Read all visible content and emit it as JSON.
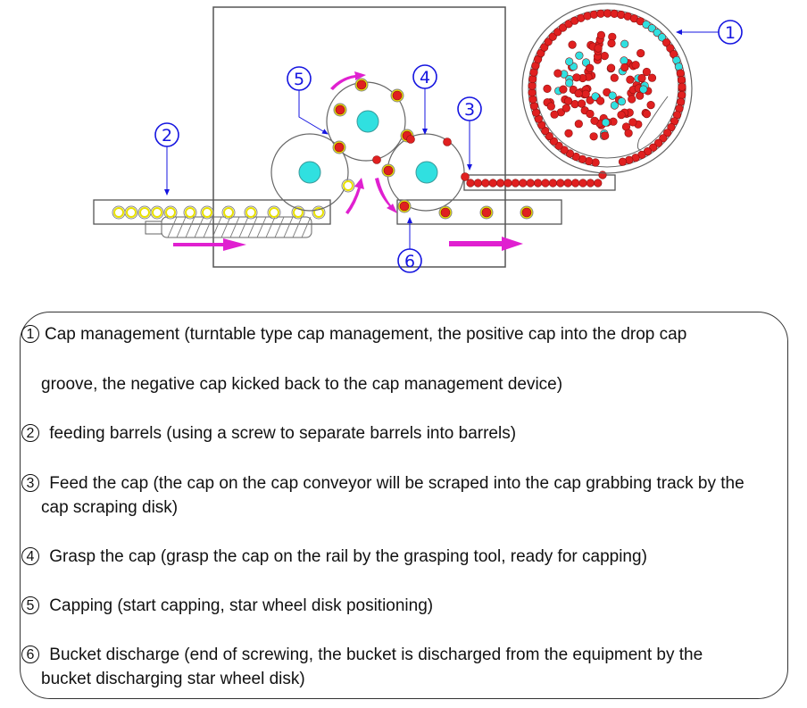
{
  "diagram": {
    "title": "Capping machine process layout",
    "callouts": [
      {
        "id": "1",
        "label": "1"
      },
      {
        "id": "2",
        "label": "2"
      },
      {
        "id": "3",
        "label": "3"
      },
      {
        "id": "4",
        "label": "4"
      },
      {
        "id": "5",
        "label": "5"
      },
      {
        "id": "6",
        "label": "6"
      }
    ],
    "colors": {
      "callout": "#1515e0",
      "flow_arrow": "#e020d0",
      "cap": "#e02020",
      "cap_reject": "#30e0e0",
      "barrel_ring": "#e8e000",
      "hub": "#30e0e0",
      "outline": "#555555"
    }
  },
  "legend": {
    "items": [
      {
        "num": "1",
        "line1": "Cap management (turntable type cap management, the positive cap into the drop cap",
        "line2": "groove, the negative cap kicked back to the cap management device)"
      },
      {
        "num": "2",
        "line1": " feeding barrels (using a screw to separate barrels into barrels)",
        "line2": ""
      },
      {
        "num": "3",
        "line1": " Feed the cap (the cap on the cap conveyor will be scraped into the cap grabbing track by the",
        "line2": "cap scraping disk)"
      },
      {
        "num": "4",
        "line1": " Grasp the cap (grasp the cap on the rail by the grasping tool, ready for capping)",
        "line2": ""
      },
      {
        "num": "5",
        "line1": " Capping (start capping, star wheel disk positioning)",
        "line2": ""
      },
      {
        "num": "6",
        "line1": " Bucket discharge (end of screwing, the bucket is discharged from the equipment by the",
        "line2": "bucket discharging star wheel disk)"
      }
    ]
  }
}
